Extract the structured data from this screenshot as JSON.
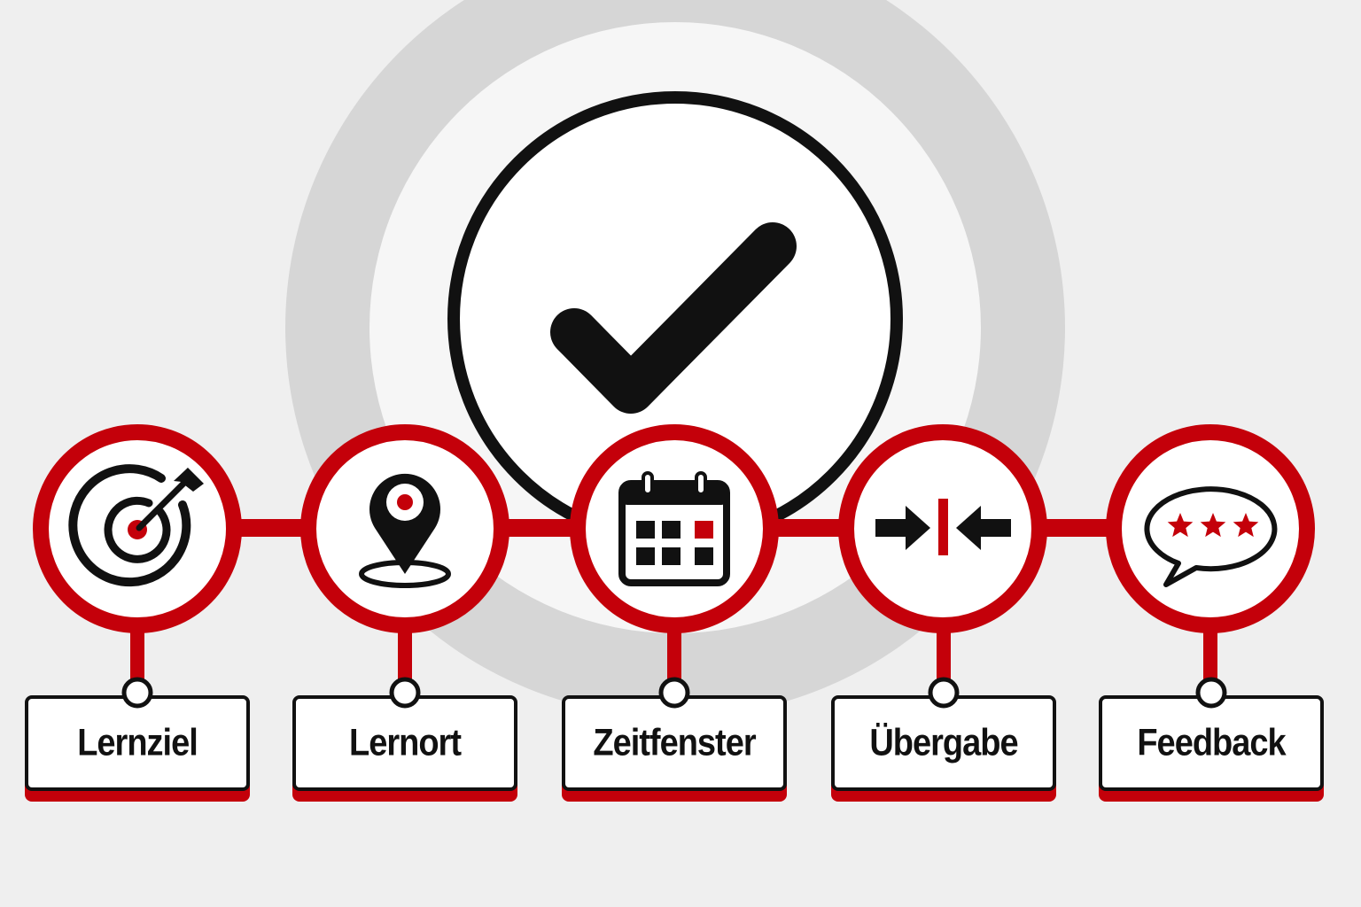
{
  "colors": {
    "background": "#efefef",
    "accent_red": "#c4000a",
    "outline": "#111111",
    "halo_outer": "#d6d6d6",
    "halo_inner": "#f6f6f6"
  },
  "center": {
    "icon": "checkmark-icon"
  },
  "steps": [
    {
      "label": "Lernziel",
      "icon": "target-arrow-icon"
    },
    {
      "label": "Lernort",
      "icon": "location-pin-icon"
    },
    {
      "label": "Zeitfenster",
      "icon": "calendar-icon"
    },
    {
      "label": "Übergabe",
      "icon": "handover-arrows-icon"
    },
    {
      "label": "Feedback",
      "icon": "feedback-stars-icon"
    }
  ]
}
